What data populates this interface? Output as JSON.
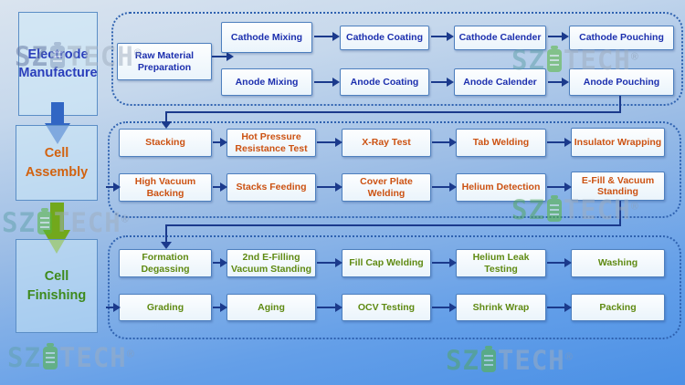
{
  "stages": {
    "electrode": "Electrode Manufacture",
    "assembly": "Cell Assembly",
    "finishing": "Cell Finishing"
  },
  "electrode_section": {
    "raw_material": "Raw Material Preparation",
    "cathode_row": [
      "Cathode Mixing",
      "Cathode Coating",
      "Cathode Calender",
      "Cathode Pouching"
    ],
    "anode_row": [
      "Anode Mixing",
      "Anode Coating",
      "Anode Calender",
      "Anode Pouching"
    ]
  },
  "assembly_section": {
    "row1": [
      "Stacking",
      "Hot Pressure Resistance Test",
      "X-Ray Test",
      "Tab Welding",
      "Insulator Wrapping"
    ],
    "row2": [
      "High Vacuum Backing",
      "Stacks Feeding",
      "Cover Plate Welding",
      "Helium Detection",
      "E-Fill & Vacuum Standing"
    ]
  },
  "finishing_section": {
    "row1": [
      "Formation Degassing",
      "2nd E-Filling Vacuum Standing",
      "Fill Cap Welding",
      "Helium Leak Testing",
      "Washing"
    ],
    "row2": [
      "Grading",
      "Aging",
      "OCV Testing",
      "Shrink Wrap",
      "Packing"
    ]
  },
  "watermark": {
    "prefix": "SZ",
    "suffix": "TECH",
    "registered": "®"
  },
  "colors": {
    "electrode_text": "#1c2fae",
    "assembly_text": "#cc5212",
    "finishing_text": "#5f8a12",
    "stage_electrode": "#2b3fbb",
    "stage_assembly": "#d2620f",
    "stage_finishing": "#3e8a1c",
    "connector": "#1b3a8c",
    "big_arrow_blue": "#3166c4",
    "big_arrow_green": "#72a81c"
  }
}
